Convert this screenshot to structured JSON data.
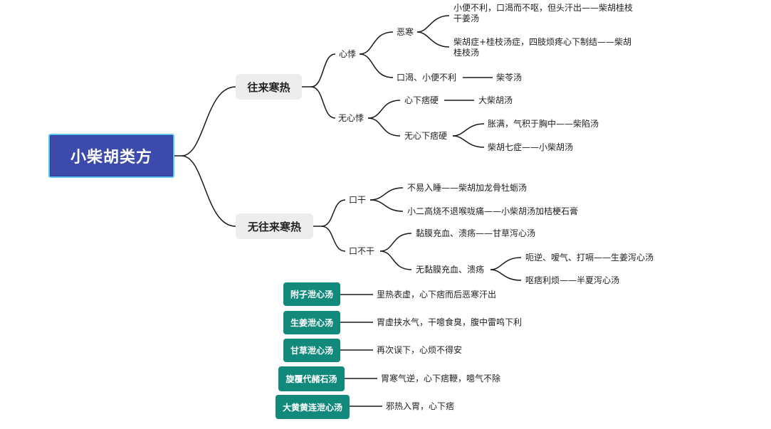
{
  "root": {
    "label": "小柴胡类方"
  },
  "alternating_chills_fever": {
    "label": "往来寒热",
    "palpitation": {
      "label": "心悸",
      "aversion_to_cold": {
        "label": "恶寒",
        "items": [
          "小便不利，口渴而不呕，但头汗出——柴胡桂枝干姜汤",
          "柴胡症+桂枝汤症，四肢烦疼心下制结——柴胡桂枝汤"
        ]
      },
      "thirst": {
        "label": "口渴、小便不利",
        "result": "柴苓汤"
      }
    },
    "no_palpitation": {
      "label": "无心悸",
      "epigastric_hardness": {
        "label": "心下痞硬",
        "result": "大柴胡汤"
      },
      "no_epigastric_hardness": {
        "label": "无心下痞硬",
        "items": [
          "胀满，气积于胸中——柴陷汤",
          "柴胡七症——小柴胡汤"
        ]
      }
    }
  },
  "no_alternating_chills_fever": {
    "label": "无往来寒热",
    "dry_mouth": {
      "label": "口干",
      "items": [
        "不易入睡——柴胡加龙骨牡蛎汤",
        "小二高烧不退喉咙痛——小柴胡汤加桔梗石膏"
      ]
    },
    "no_dry_mouth": {
      "label": "口不干",
      "mucosa": "黏膜充血、溃疡——甘草泻心汤",
      "no_mucosa": {
        "label": "无黏膜充血、溃疡",
        "items": [
          "呃逆、嗳气、打嗝——生姜泻心汤",
          "呕痞利烦——半夏泻心汤"
        ]
      }
    }
  },
  "formulas": [
    {
      "name": "附子泄心汤",
      "indication": "里热表虚，心下痞而后恶寒汗出"
    },
    {
      "name": "生姜泄心汤",
      "indication": "胃虚挟水气，干噫食臭，腹中雷鸣下利"
    },
    {
      "name": "甘草泄心汤",
      "indication": "再次误下，心烦不得安"
    },
    {
      "name": "旋覆代赭石汤",
      "indication": "胃寒气逆，心下痞鞭，噫气不除"
    },
    {
      "name": "大黄黄连泄心汤",
      "indication": "邪热入胃，心下痞"
    }
  ],
  "colors": {
    "root_fill": "#3b4aab",
    "branch_fill": "#ededed",
    "formula_fill": "#11897b",
    "line": "#1a1a1a"
  }
}
